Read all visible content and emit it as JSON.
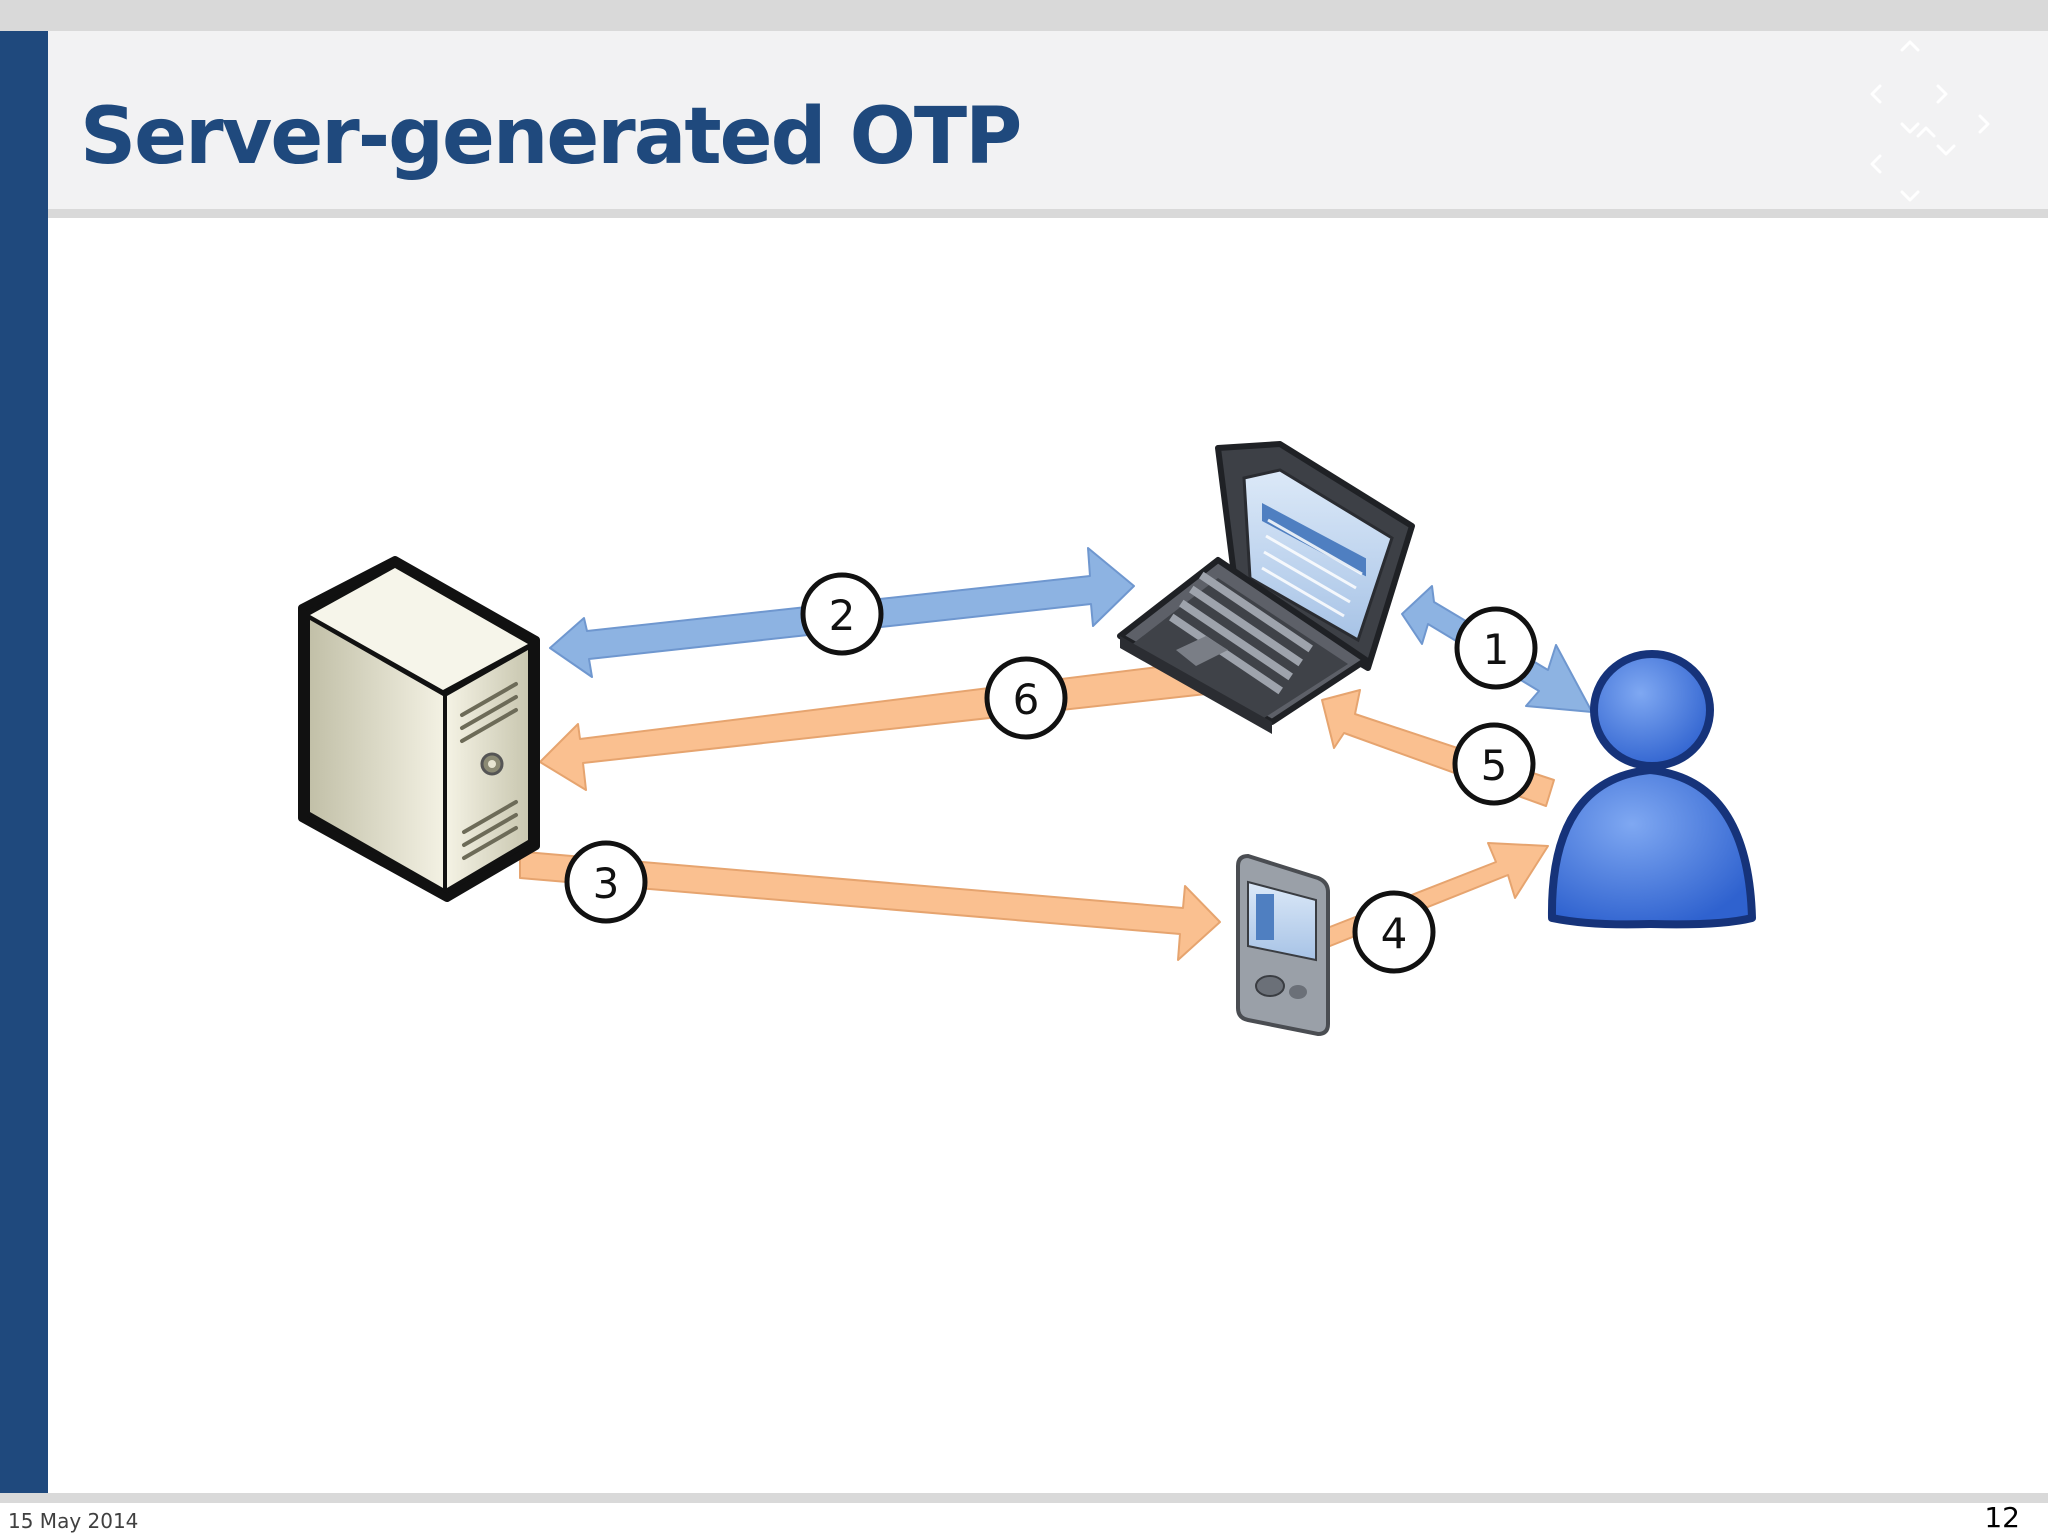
{
  "slide": {
    "title": "Server-generated OTP",
    "date": "15 May 2014",
    "page_number": "12"
  },
  "diagram": {
    "nodes": [
      {
        "id": "server",
        "icon": "server-icon"
      },
      {
        "id": "laptop",
        "icon": "laptop-icon"
      },
      {
        "id": "mobile",
        "icon": "mobile-phone-icon"
      },
      {
        "id": "user",
        "icon": "user-icon"
      }
    ],
    "steps": [
      {
        "label": "1",
        "from": "user",
        "to": "laptop",
        "style": "bidirectional",
        "color": "#8db3e2"
      },
      {
        "label": "2",
        "from": "server",
        "to": "laptop",
        "style": "bidirectional",
        "color": "#8db3e2"
      },
      {
        "label": "3",
        "from": "server",
        "to": "mobile",
        "style": "one-way",
        "color": "#fac090"
      },
      {
        "label": "4",
        "from": "mobile",
        "to": "user",
        "style": "one-way",
        "color": "#fac090"
      },
      {
        "label": "5",
        "from": "user",
        "to": "laptop",
        "style": "one-way",
        "color": "#fac090"
      },
      {
        "label": "6",
        "from": "laptop",
        "to": "server",
        "style": "one-way",
        "color": "#fac090"
      }
    ]
  },
  "colors": {
    "brand": "#1f497d",
    "header_bg": "#f2f2f3",
    "rule": "#d9d9d9",
    "blue_arrow": "#8db3e2",
    "orange_arrow": "#fac090",
    "user_blue": "#3a6fd8"
  }
}
